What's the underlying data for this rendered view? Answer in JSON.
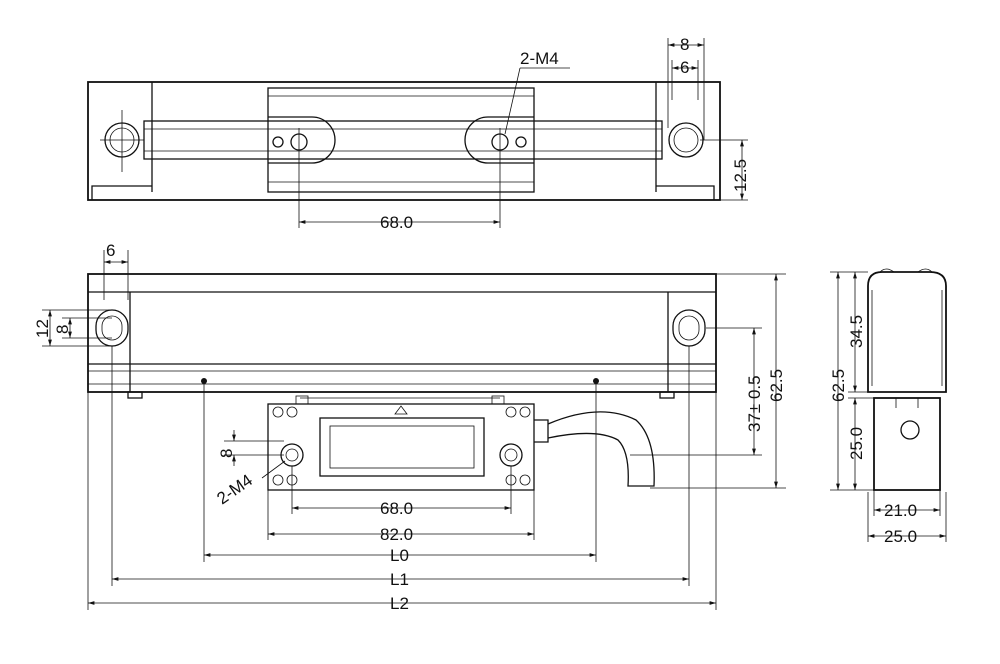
{
  "colors": {
    "stroke": "#111111",
    "background": "#ffffff"
  },
  "top_view": {
    "thread_callout": "2-M4",
    "dim_width_outer": "8",
    "dim_width_inner": "6",
    "dim_height": "12.5",
    "dim_hole_spacing": "68.0"
  },
  "front_view": {
    "dim_end_width": "6",
    "dim_slot_outer": "12",
    "dim_slot_inner": "8",
    "dim_center_height": "37± 0.5",
    "dim_total_height": "62.5",
    "dim_reader_hole_offset": "8",
    "thread_callout": "2-M4",
    "dim_reader_holes": "68.0",
    "dim_reader_length": "82.0",
    "dim_L0": "L0",
    "dim_L1": "L1",
    "dim_L2": "L2"
  },
  "side_view": {
    "dim_total_height": "62.5",
    "dim_upper_height": "34.5",
    "dim_lower_height": "25.0",
    "dim_inner_width": "21.0",
    "dim_outer_width": "25.0"
  }
}
